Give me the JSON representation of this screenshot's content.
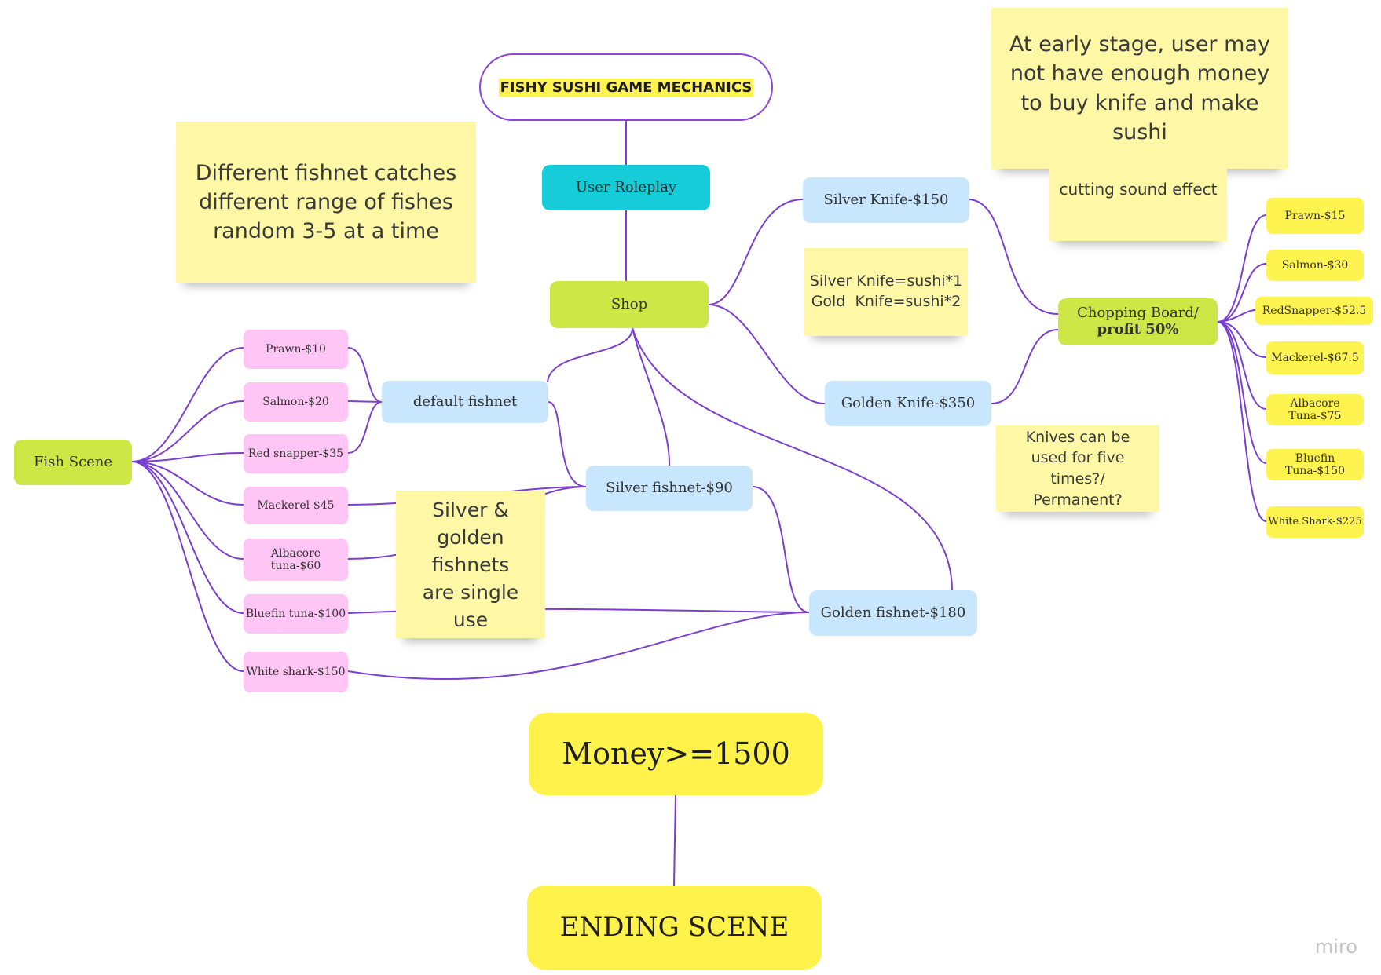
{
  "title": "FISHY SUSHI GAME MECHANICS",
  "colors": {
    "connector": "#7b3fd0",
    "title_border": "#8a44d6",
    "blue_node": "#c8e6fd",
    "pink_node": "#ffc6f5",
    "lime_node": "#cde747",
    "yellow_node": "#fff350",
    "cyan_node": "#16ccd8",
    "sticky_note": "#fdf7a6"
  },
  "nodes": {
    "user_roleplay": "User Roleplay",
    "shop": "Shop",
    "fish_scene": "Fish Scene",
    "default_fishnet": "default fishnet",
    "silver_fishnet": "Silver fishnet-$90",
    "golden_fishnet": "Golden fishnet-$180",
    "silver_knife": "Silver Knife-$150",
    "golden_knife": "Golden Knife-$350",
    "chopping_board": "Chopping Board/",
    "chopping_board_profit": "profit 50%",
    "money_goal": "Money>=1500",
    "ending_scene": "ENDING SCENE"
  },
  "fish_costs": [
    "Prawn-$10",
    "Salmon-$20",
    "Red snapper-$35",
    "Mackerel-$45",
    "Albacore tuna-$60",
    "Bluefin tuna-$100",
    "White shark-$150"
  ],
  "sushi_prices": [
    "Prawn-$15",
    "Salmon-$30",
    "RedSnapper-$52.5",
    "Mackerel-$67.5",
    "Albacore Tuna-$75",
    "Bluefin Tuna-$150",
    "White Shark-$225"
  ],
  "notes": {
    "fishnet_catch": "Different fishnet catches different range of fishes random 3-5 at a time",
    "early_stage": "At early stage, user may not have enough money to buy knife and make sushi",
    "cutting_sound": "cutting sound effect",
    "knife_multiplier_1": "Silver Knife=sushi*1",
    "knife_multiplier_2": "Gold  Knife=sushi*2",
    "knife_uses": "Knives can be used for five times?/ Permanent?",
    "single_use": "Silver & golden fishnets are single use"
  },
  "watermark": "miro"
}
